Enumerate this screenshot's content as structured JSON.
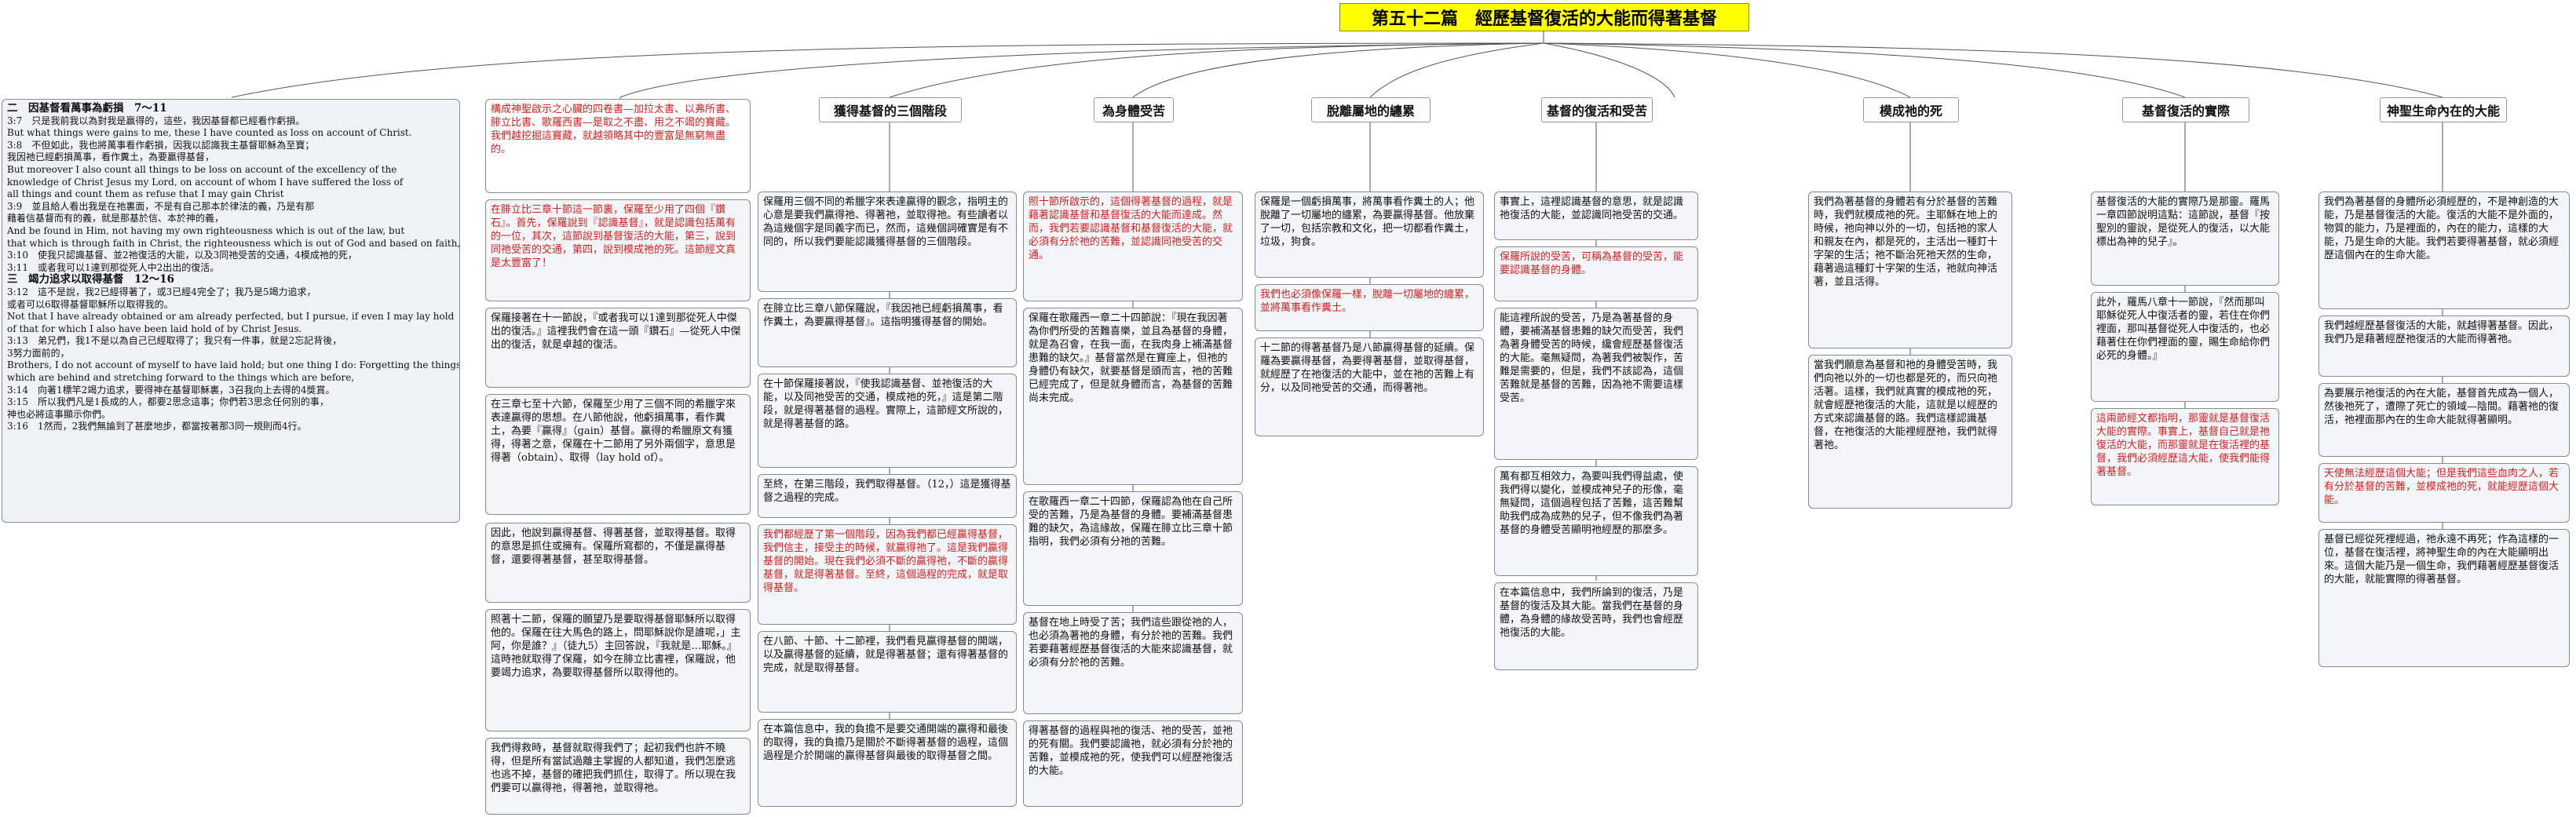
{
  "title": "第五十二篇　經歷基督復活的大能而得著基督",
  "left": {
    "lines": [
      "二　因基督看萬事為虧損　7～11",
      "3:7　只是我前我以為對我是贏得的，這些，我因基督都已經看作虧損。",
      "But what things were gains to me, these I have counted as loss on account of Christ.",
      "3:8　不但如此，我也將萬事看作虧損，因我以認識我主基督耶穌為至寶；",
      "我因祂已經虧損萬事，看作糞土，為要贏得基督，",
      "But moreover I also count all things to be loss on account of the excellency of the",
      "knowledge of Christ Jesus my Lord, on account of whom I have suffered the loss of",
      " all things and count them as refuse that I may gain Christ",
      "3:9　並且給人看出我是在祂裏面，不是有自己那本於律法的義，乃是有那",
      "藉着信基督而有的義，就是那基於信、本於神的義，",
      "And be found in Him, not having my own righteousness which is out of the law, but",
      " that which is through faith in Christ, the righteousness which is out of God and based on faith,",
      "3:10　使我只認識基督、並2祂復活的大能，以及3同祂受苦的交通，4模成祂的死，",
      "3:11　或者我可以1達到那從死人中2出出的復活。",
      "三　竭力追求以取得基督　12～16",
      "3:12　這不是說，我2已經得著了，或3已經4完全了；我乃是5竭力追求，",
      "或者可以6取得基督耶穌所以取得我的。",
      "Not that I have already obtained or am already perfected, but I pursue, if even I may lay hold",
      " of that for which I also have been laid hold of by Christ Jesus.",
      "3:13　弟兄們，我1不是以為自己已經取得了；我只有一件事，就是2忘記背後，",
      "3努力面前的，",
      "Brothers, I do not account of myself to have laid hold; but one thing I do: Forgetting the things",
      " which are behind and stretching forward to the things which are before,",
      "3:14　向著1標竿2竭力追求，要得神在基督耶穌裏，3召我向上去得的4獎賞。",
      "3:15　所以我們凡是1長成的人，都要2思念這事；你們若3思念任何別的事，",
      "神也必將這事顯示你們。",
      "3:16　1然而，2我們無論到了甚麼地步，都當按著那3同一規則而4行。"
    ]
  },
  "intro_node": {
    "p1": "構成神聖啟示之心臟的四卷書—加拉太書、以弗所書、腓立比書、歌羅西書—是取之不盡、用之不竭的寶藏。我們越挖掘這寶藏，就越領略其中的豐富是無窮無盡的。",
    "p2": "在腓立比三章十節這一節裏，保羅至少用了四個『鑽石』。首先，保羅說到『認識基督』，就是認識包括萬有的一位，其次，這節說到基督復活的大能，第三，說到同祂受苦的交通，第四，說到模成祂的死。這節經文真是太豐富了！",
    "p3": "保羅接著在十一節說，『或者我可以1達到那從死人中傑出的復活。』這裡我們會在這一頭『鑽石』—從死人中傑出的復活，就是卓越的復活。",
    "p4": "在三章七至十六節，保羅至少用了三個不同的希臘字來表達贏得的思想。在八節他說，他虧損萬事，看作糞土，為要『贏得』（gain）基督。贏得的希臘原文有獲得，得著之意，保羅在十二節用了另外兩個字，意思是得著（obtain）、取得（lay hold of）。",
    "p5": "因此，他說到贏得基督、得著基督，並取得基督。取得的意思是抓住或擁有。保羅所寫都的，不僅是贏得基督，還要得著基督，甚至取得基督。",
    "p6": "照著十二節，保羅的願望乃是要取得基督耶穌所以取得他的。保羅在往大馬色的路上，問耶穌說你是誰呢，」主阿，你是誰？』（徒九5）主回答說，『我就是…耶穌。』這時祂就取得了保羅，如今在腓立比書裡，保羅說，他要竭力追求，為要取得基督所以取得他的。",
    "p7": "我們得救時，基督就取得我們了；起初我們也許不曉得，但是所有當試過離主掌握的人都知道，我們怎麼逃也逃不掉，基督的確把我們抓住，取得了。所以現在我們要可以贏得祂，得著祂，並取得祂。"
  },
  "branches": [
    {
      "heading": "獲得基督的三個階段",
      "nodes": [
        "保羅用三個不同的希臘字來表達贏得的觀念，指明主的心意是要我們贏得祂、得著祂，並取得祂。有些讀者以為這幾個字是同義字而已，然而，這幾個詞確實是有不同的，所以我們要能認識獲得基督的三個階段。",
        "在腓立比三章八節保羅說，『我因祂已經虧損萬事，看作糞土，為要贏得基督』。這指明獲得基督的開始。",
        "在十節保羅接著說，『使我認識基督、並祂復活的大能，以及同祂受苦的交通，模成祂的死，』這是第二階段，就是得著基督的過程。實際上，這節經文所說的，就是得著基督的路。",
        "至終，在第三階段，我們取得基督。（12，）這是獲得基督之過程的完成。",
        "我們都經歷了第一個階段，因為我們都已經贏得基督，我們信主，接受主的時候，就贏得祂了。這是我們贏得基督的開始。現在我們必須不斷的贏得祂，不斷的贏得基督，就是得著基督。至終，這個過程的完成，就是取得基督。",
        "在八節、十節、十二節裡，我們看見贏得基督的開端，以及贏得基督的延續，就是得著基督；還有得著基督的完成，就是取得基督。",
        "在本篇信息中，我的負擔不是要交通開端的贏得和最後的取得，我的負擔乃是關於不斷得著基督的過程，這個過程是介於開端的贏得基督與最後的取得基督之間。"
      ]
    },
    {
      "heading": "為身體受苦",
      "nodes": [
        "照十節所啟示的，這個得著基督的過程，就是藉著認識基督和基督復活的大能而達成。然而，我們若要認識基督和基督復活的大能，就必須有分於祂的苦難，並認識同祂受苦的交通。",
        "保羅在歌羅西一章二十四節說：『現在我因著為你們所受的苦難喜樂，並且為基督的身體，就是為召會，在我一面，在我肉身上補滿基督患難的缺欠。』基督當然是在寶座上，但祂的身體仍有缺欠，就要基督是頭而言，祂的苦難已經完成了，但是就身體而言，為基督的苦難尚未完成。",
        "在歌羅西一章二十四節，保羅認為他在自己所受的苦難，乃是為基督的身體。要補滿基督患難的缺欠，為這緣故，保羅在腓立比三章十節指明，我們必須有分祂的苦難。",
        "基督在地上時受了苦；我們這些跟從祂的人，也必須為著祂的身體，有分於祂的苦難。我們若要藉著經歷基督復活的大能來認識基督，就必須有分於祂的苦難。",
        "得著基督的過程與祂的復活、祂的受苦，並祂的死有關。我們要認識祂，就必須有分於祂的苦難，並模成祂的死，使我們可以經歷祂復活的大能。"
      ]
    },
    {
      "heading": "脫離屬地的纏累",
      "nodes": [
        "保羅是一個虧損萬事，將萬事看作糞土的人；他脫離了一切屬地的纏累，為要贏得基督。他放棄了一切，包括宗教和文化，把一切都看作糞土，垃圾，狗食。",
        "我們也必須像保羅一樣，脫離一切屬地的纏累，並將萬事看作糞土。",
        "十二節的得著基督乃是八節贏得基督的延續。保羅為要贏得基督，為要得著基督，並取得基督，就經歷了在祂復活的大能中，並在祂的苦難上有分，以及同祂受苦的交通，而得著祂。"
      ]
    },
    {
      "heading": "基督的復活和受苦",
      "nodes": [
        "事實上，這裡認識基督的意思，就是認識祂復活的大能，並認識同祂受苦的交通。",
        "保羅所說的受苦，可稱為基督的受苦，能要認識基督的身體。",
        "能這裡所說的受苦，乃是為著基督的身體，要補滿基督患難的缺欠而受苦，我們為著身體受苦的時候，纔會經歷基督復活的大能。毫無疑問，為著我們被製作，苦難是需要的，但是，我們不該認為，這個苦難就是基督的苦難，因為祂不需要這樣受苦。",
        "萬有都互相效力，為要叫我們得益處，使我們得以變化，並模成神兒子的形像，毫無疑問，這個過程包括了苦難，這苦難幫助我們成為成熟的兒子，但不像我們為著基督的身體受苦顯明祂經歷的那麼多。",
        "在本篇信息中，我們所論到的復活，乃是基督的復活及其大能。當我們在基督的身體，為身體的緣故受苦時，我們也會經歷祂復活的大能。"
      ]
    },
    {
      "heading": "模成祂的死",
      "nodes": [
        "我們為著基督的身體若有分於基督的苦難時，我們就模成祂的死。主耶穌在地上的時候，祂向神以外的一切，包括祂的家人和親友在內，都是死的，主活出一種釘十字架的生活；祂不斷治死祂天然的生命，藉著過這種釘十字架的生活，祂就向神活著，並且活得。",
        "當我們願意為基督和祂的身體受苦時，我們向祂以外的一切也都是死的，而只向祂活著。這樣，我們就真實的模成祂的死，就會經歷祂復活的大能，這就是以經歷的方式來認識基督的路。我們這樣認識基督，在祂復活的大能裡經歷祂，我們就得著祂。"
      ]
    },
    {
      "heading": "基督復活的實際",
      "nodes": [
        "基督復活的大能的實際乃是那靈。羅馬一章四節說明這點：這節說，基督『按聖別的靈說，是從死人的復活，以大能標出為神的兒子』。",
        "此外，羅馬八章十一節說，『然而那叫耶穌從死人中復活者的靈，若住在你們裡面，那叫基督從死人中復活的，也必藉著住在你們裡面的靈，賜生命給你們必死的身體。』",
        "這兩節經文都指明，那靈就是基督復活大能的實際。事實上，基督自己就是祂復活的大能，而那靈就是在復活裡的基督，我們必須經歷這大能，使我們能得著基督。"
      ]
    },
    {
      "heading": "神聖生命內在的大能",
      "nodes": [
        "我們為著基督的身體所必須經歷的，不是神創造的大能，乃是基督復活的大能。復活的大能不是外面的，物質的能力，乃是裡面的，內在的能力，這樣的大能，乃是生命的大能。我們若要得著基督，就必須經歷這個內在的生命大能。",
        "我們越經歷基督復活的大能，就越得著基督。因此，我們乃是藉著經歷祂復活的大能而得著祂。",
        "為要展示祂復活的內在大能，基督首先成為一個人，然後祂死了，遭際了死亡的領域—陰間。藉著祂的復活，祂裡面那內在的生命大能就得著顯明。",
        "天使無法經歷這個大能；但是我們這些血肉之人，若有分於基督的苦難，並模成祂的死，就能經歷這個大能。",
        "基督已經從死裡經過，祂永遠不再死；作為這樣的一位，基督在復活裡，將神聖生命的內在大能顯明出來。這個大能乃是一個生命，我們藉著經歷基督復活的大能，就能實際的得著基督。"
      ]
    }
  ]
}
